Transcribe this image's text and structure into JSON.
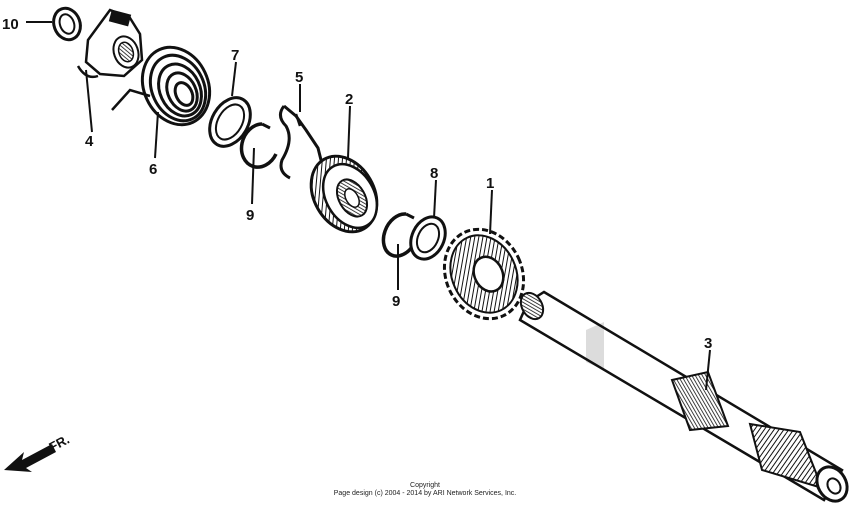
{
  "callouts": {
    "p10": "10",
    "p4": "4",
    "p6": "6",
    "p7": "7",
    "p5": "5",
    "p2": "2",
    "p9a": "9",
    "p8": "8",
    "p1": "1",
    "p9b": "9",
    "p3": "3"
  },
  "direction_label": "FR.",
  "copyright": {
    "line1": "Copyright",
    "line2": "Page design (c) 2004 - 2014 by ARI Network Services, Inc."
  }
}
